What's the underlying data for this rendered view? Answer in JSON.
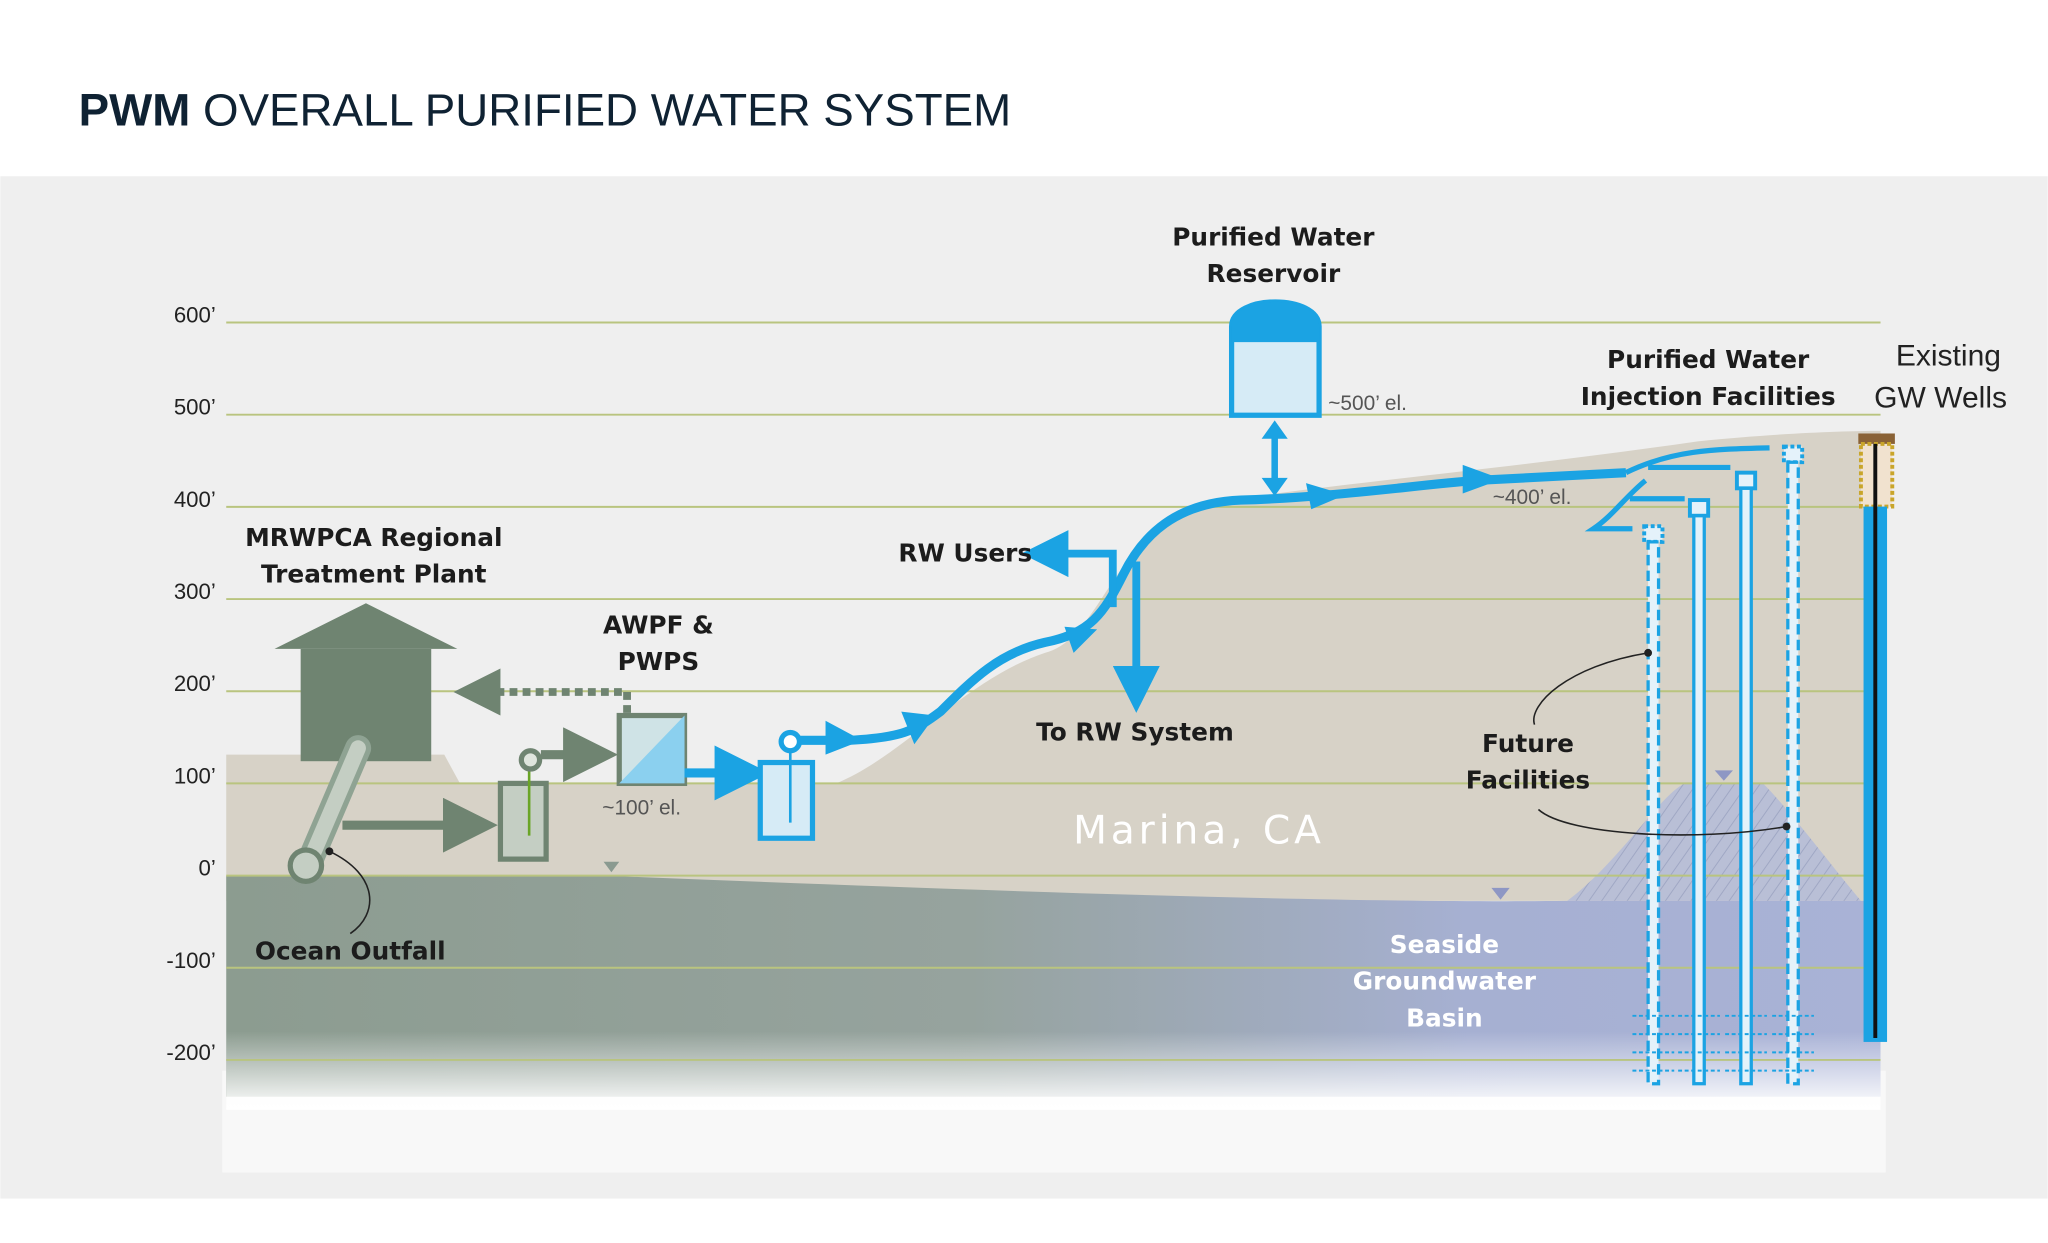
{
  "title": {
    "bold": "PWM",
    "rest": "OVERALL PURIFIED WATER SYSTEM"
  },
  "elevation_axis": [
    "600’",
    "500’",
    "400’",
    "300’",
    "200’",
    "100’",
    "0’",
    "-100’",
    "-200’"
  ],
  "labels": {
    "plant_line1": "MRWPCA Regional",
    "plant_line2": "Treatment Plant",
    "awpf_line1": "AWPF &",
    "awpf_line2": "PWPS",
    "awpf_elev": "~100’ el.",
    "ocean_outfall": "Ocean Outfall",
    "rw_users": "RW Users",
    "to_rw_system": "To RW System",
    "reservoir_line1": "Purified Water",
    "reservoir_line2": "Reservoir",
    "reservoir_elev": "~500’ el.",
    "pipeline_elev": "~400’ el.",
    "injection_line1": "Purified Water",
    "injection_line2": "Injection Facilities",
    "existing_line1": "Existing",
    "existing_line2": "GW Wells",
    "future_line1": "Future",
    "future_line2": "Facilities",
    "location": "Marina, CA",
    "basin_line1": "Seaside",
    "basin_line2": "Groundwater",
    "basin_line3": "Basin"
  },
  "colors": {
    "water_blue": "#1ba3e3",
    "plant_green": "#6f8471",
    "land": "#d7d2c7",
    "subsurface": "#8d9d92",
    "basin": "#a7b1d4",
    "grid": "#b9c47f",
    "title": "#0f2233"
  }
}
